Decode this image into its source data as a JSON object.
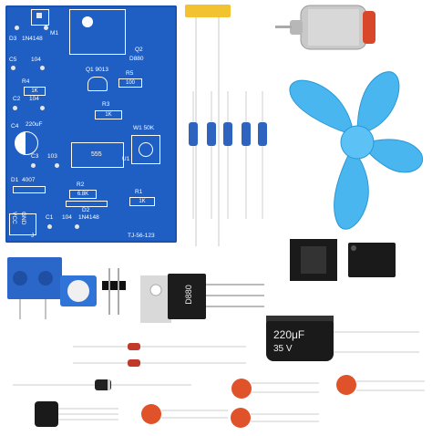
{
  "pcb": {
    "labels": {
      "d3": "D3",
      "d3_type": "1N4148",
      "m1": "M1",
      "q2": "Q2",
      "q2_type": "D880",
      "c5": "C5",
      "c5_val": "104",
      "q1": "Q1 9013",
      "r4": "R4",
      "r4_val": "1K",
      "r5": "R5",
      "r5_val": "100",
      "c2": "C2",
      "c2_val": "104",
      "r3": "R3",
      "r3_val": "1K",
      "c4": "C4",
      "c4_val": "220uF",
      "w1": "W1 50K",
      "u1": "U1",
      "ic": "555",
      "c3": "C3",
      "c3_val": "103",
      "d1": "D1",
      "d1_type": "4007",
      "r2": "R2",
      "r2_val": "6.8K",
      "d2": "D2",
      "d2_type": "1N4148",
      "r1": "R1",
      "r1_val": "1K",
      "vcc": "VCC",
      "gnd": "GND",
      "c1": "C1",
      "c1_val": "104",
      "j": "J",
      "code": "TJ-56-123"
    }
  },
  "parts": {
    "transistor_marking": "D880",
    "capacitor_value": "220μF",
    "capacitor_voltage": "35 V",
    "capacitor_voltage_2": "35"
  },
  "colors": {
    "pcb": "#1f5fc4",
    "fan": "#4ab6f0",
    "ceramic_cap": "#e0522a",
    "terminal": "#2b66c9"
  }
}
